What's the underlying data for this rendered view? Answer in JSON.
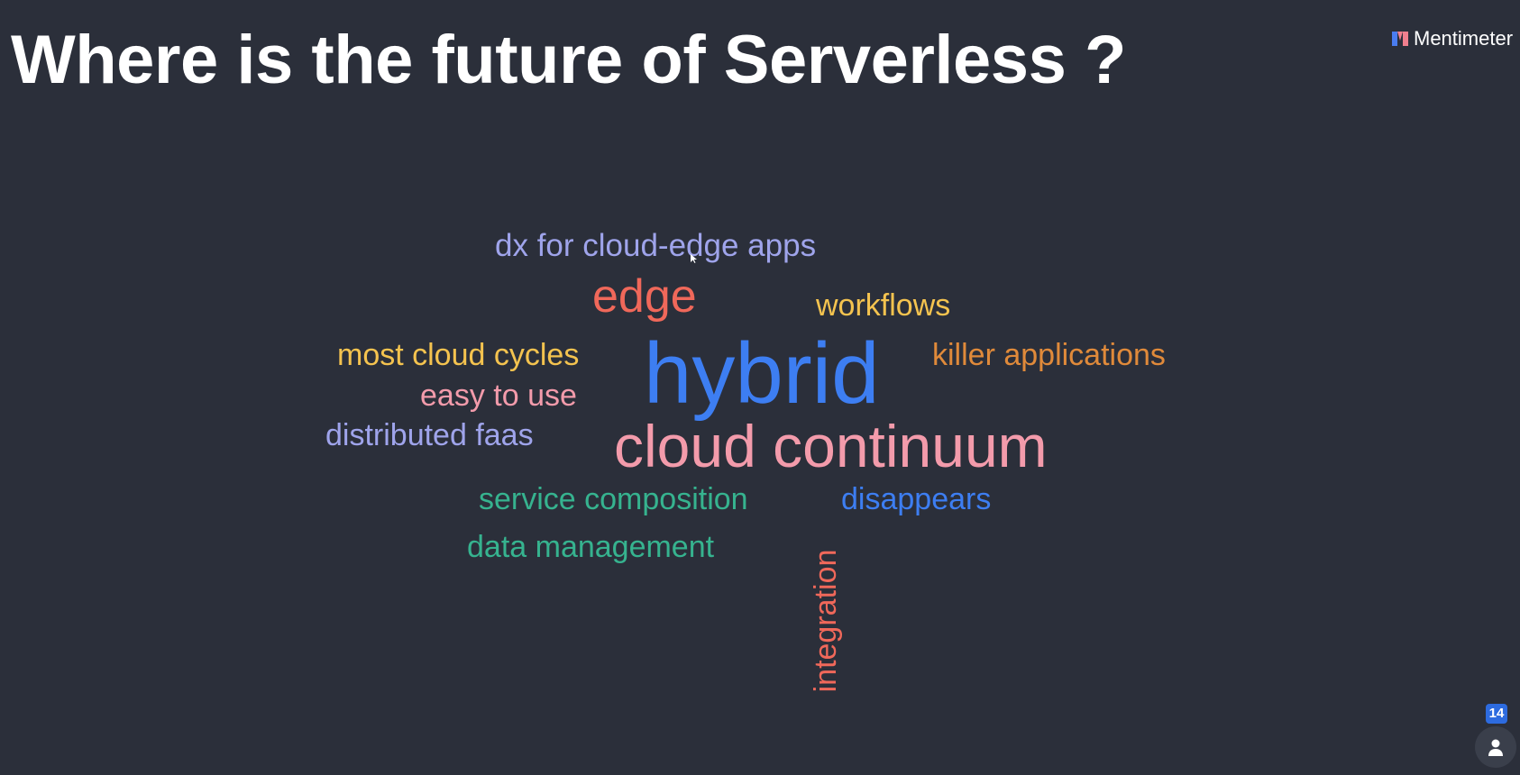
{
  "slide": {
    "title": "Where is the future of Serverless ?",
    "brand": "Mentimeter"
  },
  "word_cloud": {
    "words": [
      {
        "text": "dx for cloud-edge apps",
        "color": "#9fa4eb"
      },
      {
        "text": "edge",
        "color": "#f0685a"
      },
      {
        "text": "workflows",
        "color": "#f4c34f"
      },
      {
        "text": "most cloud cycles",
        "color": "#f4c34f"
      },
      {
        "text": "hybrid",
        "color": "#3d7ef2"
      },
      {
        "text": "killer applications",
        "color": "#e08a3a"
      },
      {
        "text": "easy to use",
        "color": "#f39bab"
      },
      {
        "text": "distributed faas",
        "color": "#9fa4eb"
      },
      {
        "text": "cloud continuum",
        "color": "#f39bab"
      },
      {
        "text": "service composition",
        "color": "#36b38f"
      },
      {
        "text": "disappears",
        "color": "#3d7ef2"
      },
      {
        "text": "data management",
        "color": "#36b38f"
      },
      {
        "text": "integration",
        "color": "#f0685a"
      }
    ]
  },
  "participants": {
    "count": "14",
    "icon": "person-icon"
  },
  "colors": {
    "background": "#2b2f3a",
    "title": "#ffffff",
    "badge": "#2d6bdf"
  }
}
